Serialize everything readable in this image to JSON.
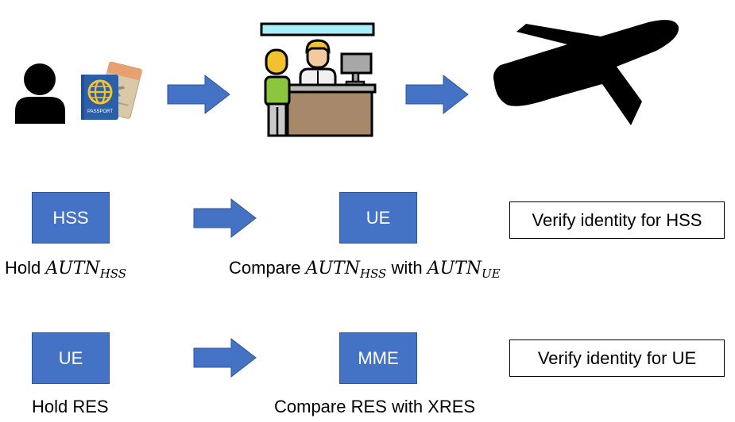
{
  "row1": {
    "icons": [
      "person-icon",
      "passport-icon",
      "check-in-counter-icon",
      "airplane-icon"
    ],
    "passport_label": "PASSPORT"
  },
  "row2": {
    "left_box": "HSS",
    "middle_box": "UE",
    "verify_text": "Verify identity for HSS",
    "left_caption": {
      "prefix": "Hold ",
      "var": "AUTN",
      "sub": "HSS"
    },
    "middle_caption": {
      "prefix": "Compare ",
      "var1": "AUTN",
      "sub1": "HSS",
      "middle": " with ",
      "var2": "AUTN",
      "sub2": "UE"
    }
  },
  "row3": {
    "left_box": "UE",
    "middle_box": "MME",
    "verify_text": "Verify identity for UE",
    "left_caption": "Hold RES",
    "middle_caption": "Compare RES with XRES"
  },
  "colors": {
    "box_fill": "#4472c4",
    "box_border": "#2f5597",
    "arrow_fill": "#4472c4"
  }
}
